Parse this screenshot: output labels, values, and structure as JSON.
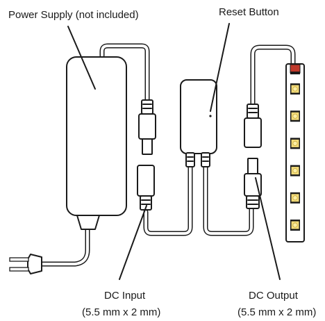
{
  "labels": {
    "power_supply": "Power Supply (not included)",
    "reset_button": "Reset Button",
    "dc_input_line1": "DC Input",
    "dc_input_line2": "(5.5 mm x 2 mm)",
    "dc_output_line1": "DC Output",
    "dc_output_line2": "(5.5 mm x 2 mm)"
  },
  "colors": {
    "line": "#1a1a1a",
    "led_chip": "#f3dc7a",
    "strip_tip": "#c0392b"
  },
  "led_strip": {
    "led_count": 6
  }
}
